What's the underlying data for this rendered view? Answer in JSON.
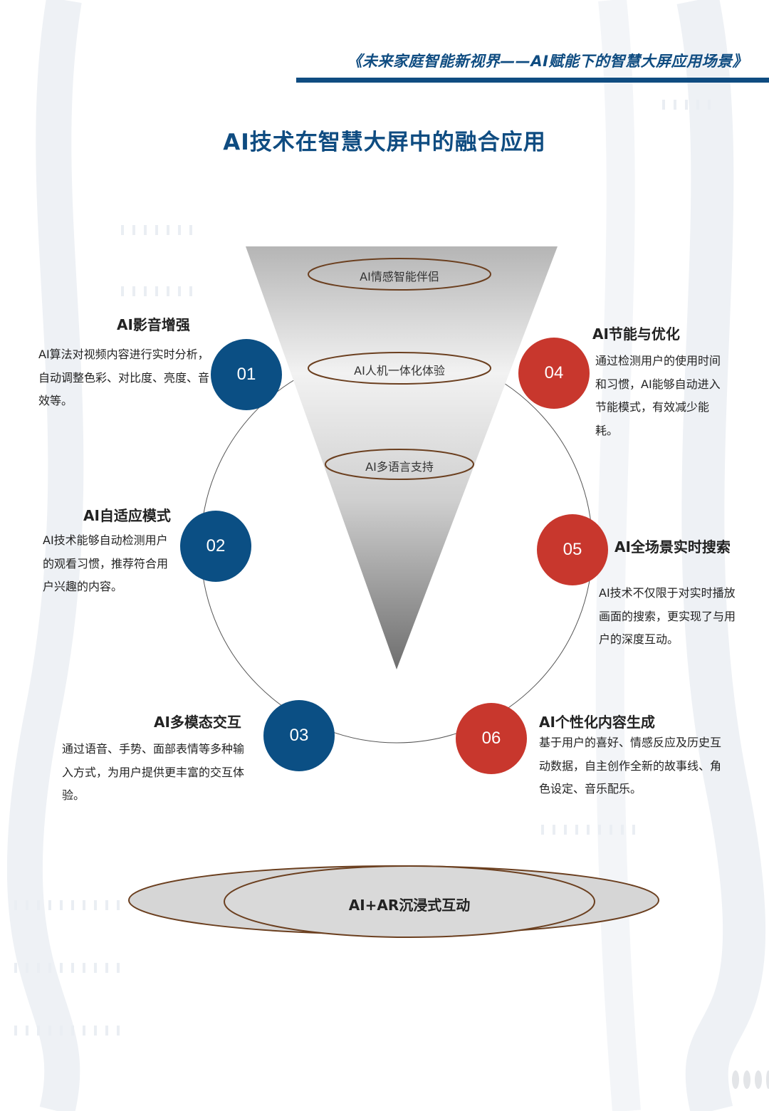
{
  "header": {
    "title": "《未来家庭智能新视界——AI赋能下的智慧大屏应用场景》"
  },
  "main_title": "AI技术在智慧大屏中的融合应用",
  "funnel": {
    "items": [
      "AI情感智能伴侣",
      "AI人机一体化体验",
      "AI多语言支持"
    ]
  },
  "features": [
    {
      "num": "01",
      "title": "AI影音增强",
      "desc": "AI算法对视频内容进行实时分析，自动调整色彩、对比度、亮度、音效等。"
    },
    {
      "num": "02",
      "title": "AI自适应模式",
      "desc": "AI技术能够自动检测用户的观看习惯，推荐符合用户兴趣的内容。"
    },
    {
      "num": "03",
      "title": "AI多模态交互",
      "desc": "通过语音、手势、面部表情等多种输入方式，为用户提供更丰富的交互体验。"
    },
    {
      "num": "04",
      "title": "AI节能与优化",
      "desc": "通过检测用户的使用时间和习惯，AI能够自动进入节能模式，有效减少能耗。"
    },
    {
      "num": "05",
      "title": "AI全场景实时搜索",
      "desc": "AI技术不仅限于对实时播放画面的搜索，更实现了与用户的深度互动。"
    },
    {
      "num": "06",
      "title": "AI个性化内容生成",
      "desc": "基于用户的喜好、情感反应及历史互动数据，自主创作全新的故事线、角色设定、音乐配乐。"
    }
  ],
  "base": {
    "label": "AI+AR沉浸式互动"
  },
  "colors": {
    "blue": "#0b4f84",
    "red": "#c8372d",
    "title_blue": "#0f4c81",
    "pill_border": "#6b3f1f"
  }
}
